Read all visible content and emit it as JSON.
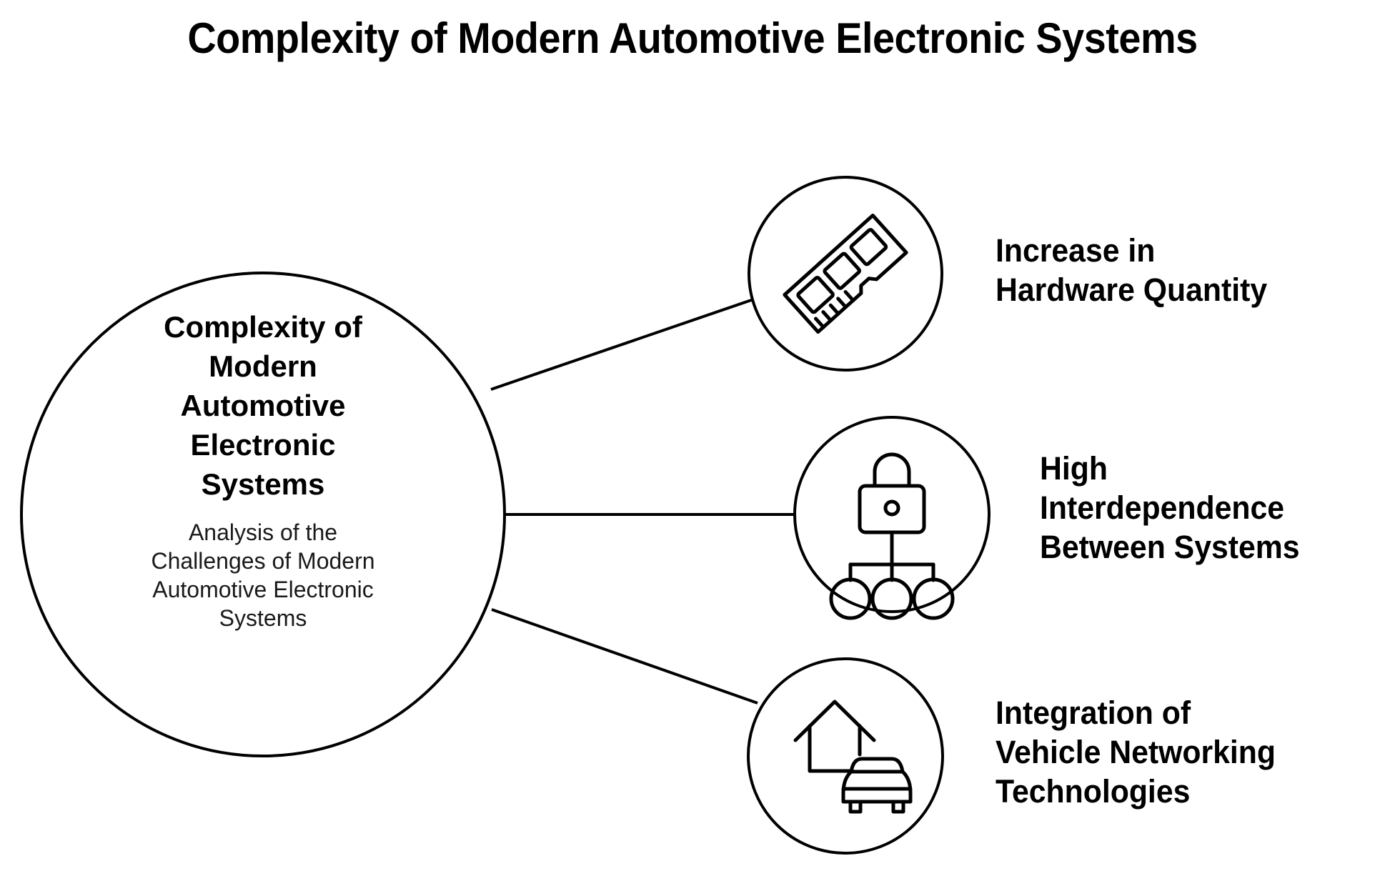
{
  "title": "Complexity of Modern Automotive Electronic Systems",
  "hub": {
    "title": "Complexity of\nModern\nAutomotive\nElectronic\nSystems",
    "subtitle": "Analysis of the\nChallenges of Modern\nAutomotive Electronic\nSystems"
  },
  "branches": [
    {
      "label": "Increase in\nHardware Quantity",
      "icon": "memory-module-icon"
    },
    {
      "label": "High\nInterdependence\nBetween Systems",
      "icon": "secure-network-icon"
    },
    {
      "label": "Integration of\nVehicle Networking\nTechnologies",
      "icon": "house-car-network-icon"
    }
  ],
  "colors": {
    "background": "#ffffff",
    "stroke": "#000000",
    "text": "#000000",
    "subtitle_text": "#1a1a1a"
  }
}
